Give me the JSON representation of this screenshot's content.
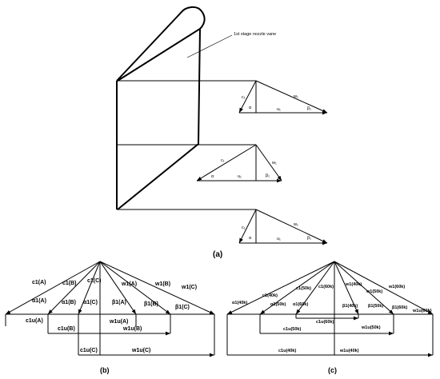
{
  "panel_a": {
    "caption": "(a)",
    "callout": "1st stage nozzle vane",
    "triangles": [
      {
        "c": "c₁",
        "w": "w₁",
        "u": "u₁",
        "alpha": "α",
        "beta": "β₁"
      },
      {
        "c": "c₁",
        "w": "w₁",
        "u": "u₁",
        "alpha": "α",
        "beta": "β₁"
      },
      {
        "c": "c₁",
        "w": "w₁",
        "u": "u₁",
        "alpha": "α",
        "beta": "β₁"
      }
    ]
  },
  "panel_b": {
    "caption": "(b)",
    "c_labels": [
      "c1(A)",
      "c1(B)",
      "c1(C)"
    ],
    "w_labels": [
      "w1(A)",
      "w1(B)",
      "w1(C)"
    ],
    "alpha_labels": [
      "α1(A)",
      "α1(B)",
      "α1(C)"
    ],
    "beta_labels": [
      "β1(A)",
      "β1(B)",
      "β1(C)"
    ],
    "cu_labels": [
      "c1u(A)",
      "c1u(B)",
      "c1u(C)"
    ],
    "wu_labels": [
      "w1u(A)",
      "w1u(B)",
      "w1u(C)"
    ]
  },
  "panel_c": {
    "caption": "(c)",
    "c_labels": [
      "c1(40k)",
      "c1(50k)",
      "c1(60k)"
    ],
    "w_labels": [
      "w1(40k)",
      "w1(50k)",
      "w1(60k)"
    ],
    "alpha_labels": [
      "α1(40k)",
      "α1(50k)",
      "α1(60k)"
    ],
    "beta_labels": [
      "β1(40k)",
      "β1(50k)",
      "β1(60k)"
    ],
    "cu_labels": [
      "c1u(60k)",
      "c1u(50k)",
      "c1u(40k)"
    ],
    "wu_labels": [
      "w1u(60k)",
      "w1u(50k)",
      "w1u(40k)"
    ]
  }
}
